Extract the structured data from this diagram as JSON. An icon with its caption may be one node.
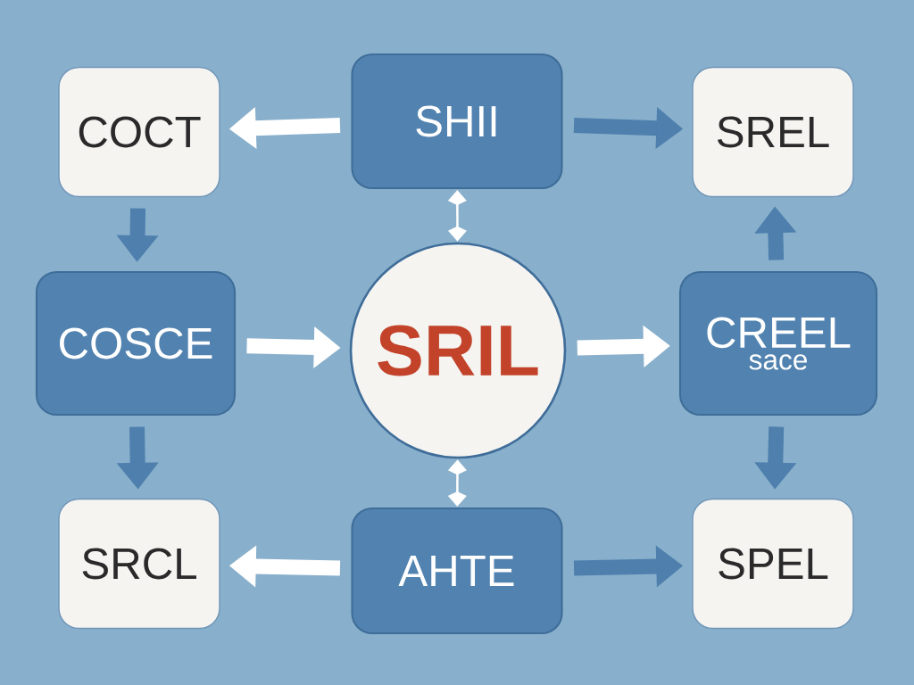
{
  "diagram": {
    "nodes": [
      {
        "text": [
          "COCT"
        ]
      },
      {
        "text": [
          "SHII"
        ]
      },
      {
        "text": [
          "SREL"
        ]
      },
      {
        "text": [
          "COSCE"
        ]
      },
      {
        "text": [
          "SRIL"
        ]
      },
      {
        "text": [
          "CREEL",
          "sace"
        ]
      },
      {
        "text": [
          "SRCL"
        ]
      },
      {
        "text": [
          "AHTE"
        ]
      },
      {
        "text": [
          "SPEL"
        ]
      }
    ],
    "edges": [
      {
        "from": 1,
        "to": 0,
        "arrow": "to"
      },
      {
        "from": 1,
        "to": 2,
        "arrow": "to",
        "color": "#4e7fad"
      },
      {
        "from": 0,
        "to": 3,
        "arrow": "to",
        "color": "#4e7fad"
      },
      {
        "from": 3,
        "to": 4,
        "arrow": "to"
      },
      {
        "from": 4,
        "to": 5,
        "arrow": "to"
      },
      {
        "from": 5,
        "to": 2,
        "arrow": "to",
        "color": "#4e7fad"
      },
      {
        "from": 3,
        "to": 6,
        "arrow": "to",
        "color": "#4e7fad"
      },
      {
        "from": 5,
        "to": 8,
        "arrow": "to",
        "color": "#4e7fad"
      },
      {
        "from": 7,
        "to": 6,
        "arrow": "to"
      },
      {
        "from": 7,
        "to": 8,
        "arrow": "to",
        "color": "#4e7fad"
      },
      {
        "from": 1,
        "to": 4,
        "arrow": "both"
      },
      {
        "from": 4,
        "to": 7,
        "arrow": "both"
      }
    ]
  }
}
